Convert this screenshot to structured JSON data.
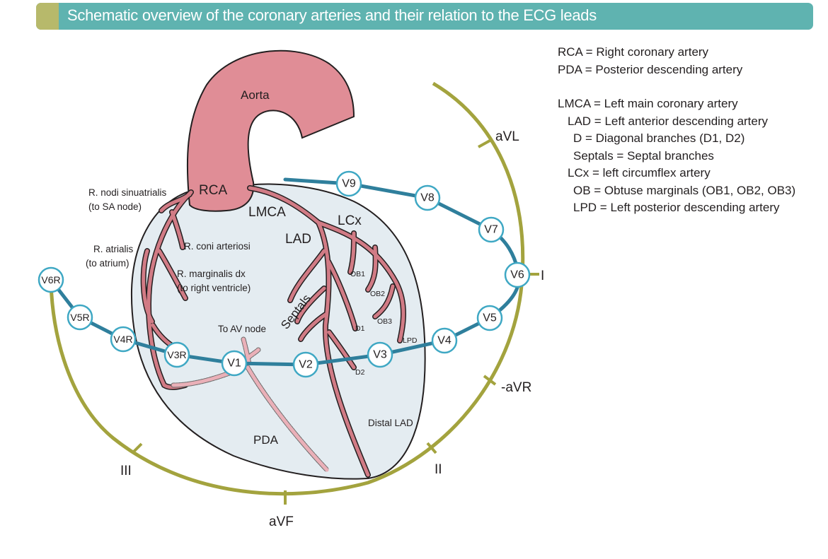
{
  "title": "Schematic overview of the coronary arteries and their relation to the ECG leads",
  "colors": {
    "title_bar": "#5fb3b0",
    "title_accent": "#b7b96b",
    "limb_lead_circle": "#a3a33e",
    "precordial_line": "#2f7f9c",
    "artery": "#d17b85",
    "aorta": "#e08d96",
    "heart_fill": "#e4ecf1"
  },
  "legend": [
    {
      "text": "RCA = Right coronary artery",
      "indent": 0
    },
    {
      "text": "PDA = Posterior descending artery",
      "indent": 0
    },
    {
      "text": "",
      "indent": 0
    },
    {
      "text": "LMCA = Left main coronary artery",
      "indent": 0
    },
    {
      "text": "LAD = Left anterior descending artery",
      "indent": 1
    },
    {
      "text": "D = Diagonal branches (D1, D2)",
      "indent": 2
    },
    {
      "text": "Septals = Septal branches",
      "indent": 2
    },
    {
      "text": "LCx = left circumflex artery",
      "indent": 1
    },
    {
      "text": "OB = Obtuse marginals (OB1, OB2, OB3)",
      "indent": 2
    },
    {
      "text": "LPD = Left posterior descending artery",
      "indent": 2
    }
  ],
  "anatomy_labels": {
    "aorta": "Aorta",
    "rca": "RCA",
    "lmca": "LMCA",
    "lad": "LAD",
    "lcx": "LCx",
    "sa_node_1": "R. nodi sinuatrialis",
    "sa_node_2": "(to SA node)",
    "atrialis_1": "R. atrialis",
    "atrialis_2": "(to atrium)",
    "coni": "R. coni arteriosi",
    "marginalis_1": "R. marginalis dx",
    "marginalis_2": "(to right ventricle)",
    "av_node": "To AV node",
    "septals": "Septals",
    "ob1": "OB1",
    "ob2": "OB2",
    "ob3": "OB3",
    "d1": "D1",
    "d2": "D2",
    "lpd": "LPD",
    "pda": "PDA",
    "distal_lad": "Distal LAD"
  },
  "limb_leads": {
    "avl": "aVL",
    "i": "I",
    "minus_avr": "-aVR",
    "ii": "II",
    "avf": "aVF",
    "iii": "III"
  },
  "precordial_leads": [
    "V6R",
    "V5R",
    "V4R",
    "V3R",
    "V1",
    "V2",
    "V3",
    "V4",
    "V5",
    "V6",
    "V7",
    "V8",
    "V9"
  ]
}
